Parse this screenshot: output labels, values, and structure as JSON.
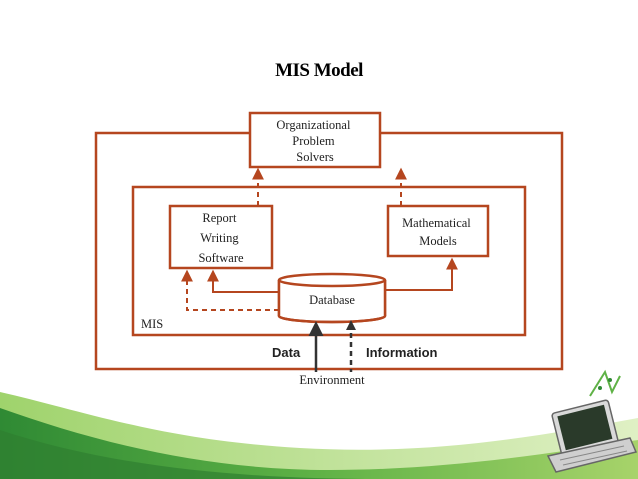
{
  "slide": {
    "title": "MIS Model"
  },
  "diagram": {
    "problem_solvers": [
      "Organizational",
      "Problem",
      "Solvers"
    ],
    "report_software": [
      "Report",
      "Writing",
      "Software"
    ],
    "math_models": [
      "Mathematical",
      "Models"
    ],
    "database": "Database",
    "mis_label": "MIS",
    "data_label": "Data",
    "information_label": "Information",
    "environment_label": "Environment"
  },
  "colors": {
    "diagram_stroke": "#b5461f",
    "wave_dark": "#3f9a3a",
    "wave_light": "#8cc63f"
  },
  "icons": {
    "laptop": "laptop-icon"
  }
}
